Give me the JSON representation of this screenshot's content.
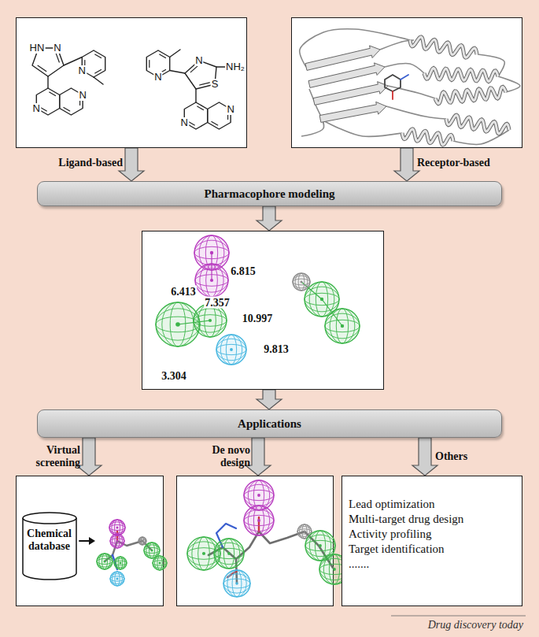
{
  "diagram": {
    "caption": "Drug discovery today",
    "nodes": [
      {
        "text": [
          "HN",
          "N",
          "N",
          "N",
          "N",
          "N",
          "N",
          "NH₂",
          "S",
          "N",
          "N"
        ]
      },
      {
        "text": []
      },
      {
        "text": [
          "Pharmacophore modeling"
        ]
      },
      {
        "text": [
          "6.413",
          "7.357",
          "6.815",
          "10.997",
          "9.813",
          "3.304"
        ]
      },
      {
        "text": [
          "Applications"
        ]
      },
      {
        "text": []
      },
      {
        "text": [
          "Chemical database"
        ],
        "in": 5
      },
      {
        "text": []
      },
      {
        "text": [
          "Lead optimization",
          "Multi-target drug design",
          "Activity profiling",
          "Target identification",
          "......."
        ]
      }
    ],
    "edges": [
      {
        "from": 0,
        "to": 2,
        "arrow": "to",
        "label": "Ligand-based"
      },
      {
        "from": 1,
        "to": 2,
        "arrow": "to",
        "label": "Receptor-based"
      },
      {
        "from": 2,
        "to": 3,
        "arrow": "to"
      },
      {
        "from": 3,
        "to": 4,
        "arrow": "to"
      },
      {
        "from": 4,
        "to": 5,
        "arrow": "to",
        "label": "Virtual screening"
      },
      {
        "from": 4,
        "to": 7,
        "arrow": "to",
        "label": "De novo design"
      },
      {
        "from": 4,
        "to": 8,
        "arrow": "to",
        "label": "Others"
      }
    ]
  }
}
